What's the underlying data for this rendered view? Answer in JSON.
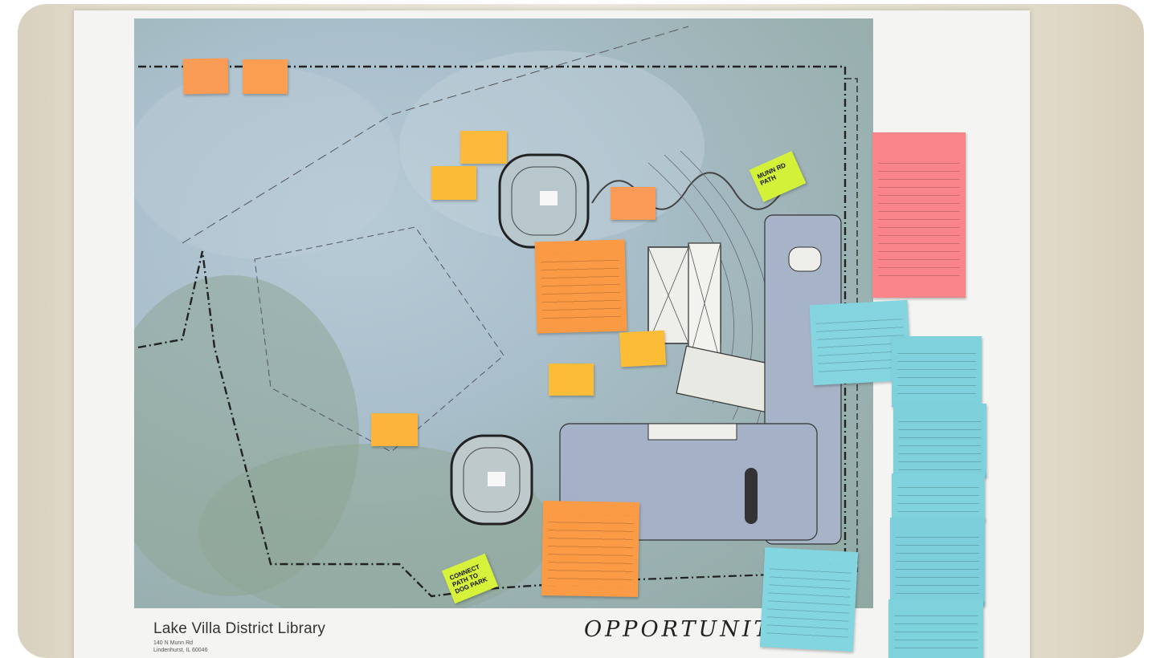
{
  "caption": {
    "title": "Lake Villa District Library",
    "address_line1": "140 N Munn Rd",
    "address_line2": "Lindenhurst, IL 60046"
  },
  "handwritten_heading": "OPPORTUNITIE",
  "sticky_notes": {
    "green_top": "MUNN RD PATH",
    "green_bottom": "CONNECT PATH TO DOG PARK"
  },
  "colors": {
    "orange_note": "#fb9a4b",
    "yellow_note": "#fcbd3a",
    "pink_note": "#f9868c",
    "blue_note": "#7fd3dd",
    "green_note": "#d6f23a"
  }
}
